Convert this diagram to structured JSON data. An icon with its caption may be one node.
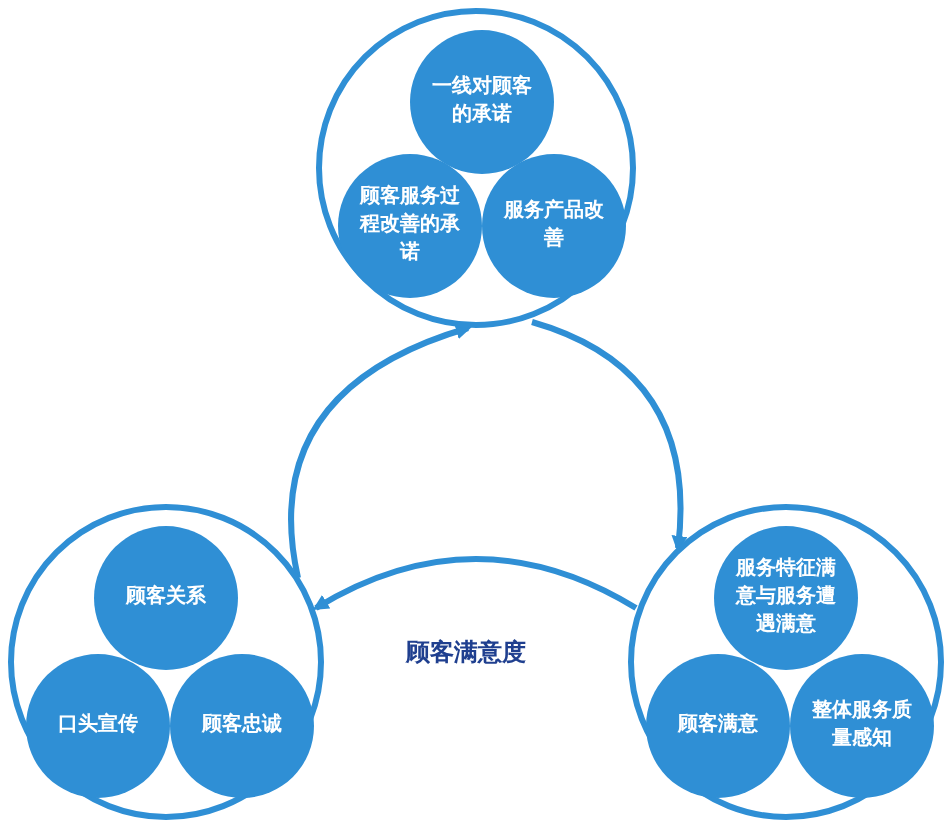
{
  "diagram": {
    "nodes": [
      {
        "text": [],
        "shape": "circle"
      },
      {
        "text": [
          "一线对顾客的承诺"
        ],
        "in": 0
      },
      {
        "text": [
          "顾客服务过程改善的承诺"
        ],
        "in": 0
      },
      {
        "text": [
          "服务产品改善"
        ],
        "in": 0
      },
      {
        "text": [],
        "shape": "circle"
      },
      {
        "text": [
          "顾客关系"
        ],
        "in": 4
      },
      {
        "text": [
          "口头宣传"
        ],
        "in": 4
      },
      {
        "text": [
          "顾客忠诚"
        ],
        "in": 4
      },
      {
        "text": [],
        "shape": "circle"
      },
      {
        "text": [
          "服务特征满意与服务遭遇满意"
        ],
        "in": 8
      },
      {
        "text": [
          "顾客满意"
        ],
        "in": 8
      },
      {
        "text": [
          "整体服务质量感知"
        ],
        "in": 8
      }
    ],
    "edges": [
      {
        "from": 0,
        "to": 8,
        "arrow": "to"
      },
      {
        "from": 8,
        "to": 4,
        "arrow": "to"
      },
      {
        "from": 4,
        "to": 0,
        "arrow": "to"
      }
    ],
    "labels": [
      "顾客满意度"
    ]
  }
}
